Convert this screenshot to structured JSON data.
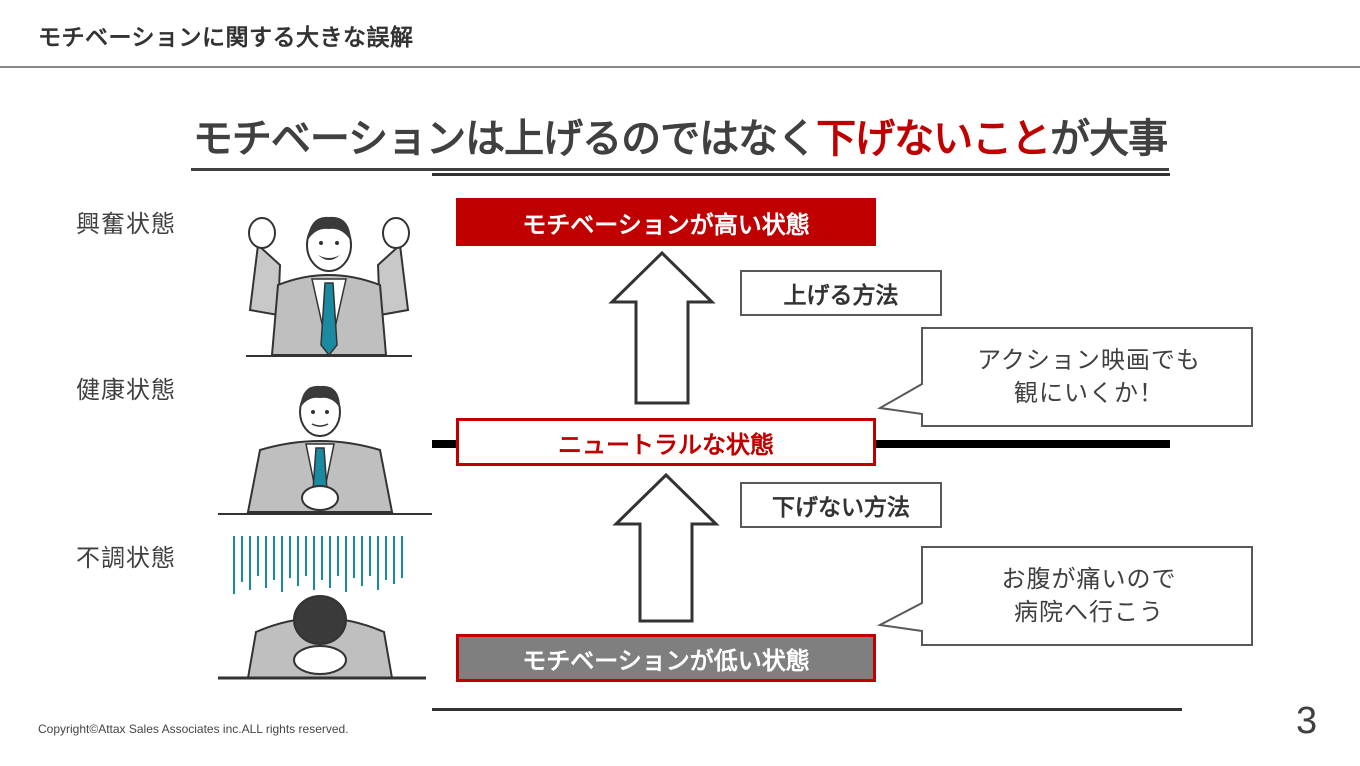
{
  "header": {
    "title": "モチベーションに関する大きな誤解"
  },
  "main": {
    "title_part1": "モチベーションは上げるのではなく",
    "title_accent": "下げないこと",
    "title_part2": "が大事"
  },
  "states": [
    {
      "label": "興奮状態"
    },
    {
      "label": "健康状態"
    },
    {
      "label": "不調状態"
    }
  ],
  "levels": {
    "high": "モチベーションが高い状態",
    "neutral": "ニュートラルな状態",
    "low": "モチベーションが低い状態"
  },
  "methods": {
    "raise": "上げる方法",
    "keep": "下げない方法"
  },
  "bubbles": {
    "raise_line1": "アクション映画でも",
    "raise_line2": "観にいくか！",
    "keep_line1": "お腹が痛いので",
    "keep_line2": "病院へ行こう"
  },
  "colors": {
    "accent": "#c00000",
    "low_box": "#7f7f7f",
    "text": "#404040",
    "rule": "#8a8a8a",
    "tie": "#1a8aa0"
  },
  "icons": [
    "excited-businessman-icon",
    "calm-businessman-icon",
    "depressed-businessman-icon",
    "up-arrow-icon"
  ],
  "footer": {
    "copyright": "Copyright©Attax Sales Associates inc.ALL rights reserved.",
    "page_number": "3"
  }
}
